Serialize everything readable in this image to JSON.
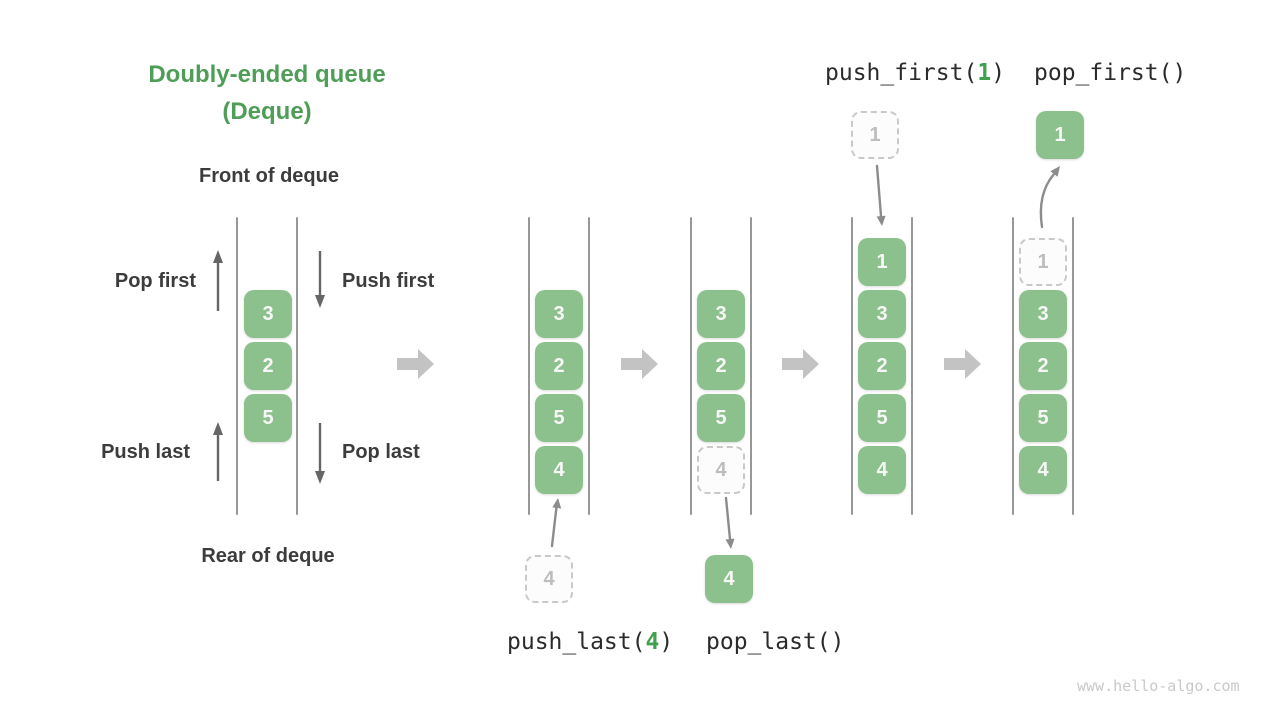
{
  "title": {
    "line1": "Doubly-ended queue",
    "line2": "(Deque)"
  },
  "labels": {
    "front": "Front of deque",
    "rear": "Rear of deque",
    "pop_first": "Pop first",
    "push_first": "Push first",
    "push_last": "Push last",
    "pop_last": "Pop last"
  },
  "operations": {
    "push_first": {
      "pre": "push_first(",
      "arg": "1",
      "post": ")"
    },
    "pop_first": {
      "full": "pop_first()"
    },
    "push_last": {
      "pre": "push_last(",
      "arg": "4",
      "post": ")"
    },
    "pop_last": {
      "full": "pop_last()"
    }
  },
  "queues": {
    "initial": {
      "cells": [
        "3",
        "2",
        "5"
      ]
    },
    "after_push_last": {
      "cells": [
        "3",
        "2",
        "5",
        "4"
      ],
      "incoming": "4"
    },
    "after_pop_last": {
      "cells": [
        "3",
        "2",
        "5"
      ],
      "ghost": "4",
      "popped": "4"
    },
    "after_push_first": {
      "cells": [
        "1",
        "3",
        "2",
        "5",
        "4"
      ],
      "incoming": "1"
    },
    "after_pop_first": {
      "cells": [
        "3",
        "2",
        "5",
        "4"
      ],
      "ghost": "1",
      "popped": "1"
    }
  },
  "watermark": "www.hello-algo.com",
  "colors": {
    "box_green": "#8cc08c",
    "title_green": "#4f9e58",
    "code_green": "#41a04e",
    "wall_gray": "#979797",
    "block_arrow_gray": "#c3c3c3",
    "small_arrow_gray": "#666666",
    "ghost_gray": "#c9c9c9",
    "text_dark": "#3c3c3c"
  }
}
